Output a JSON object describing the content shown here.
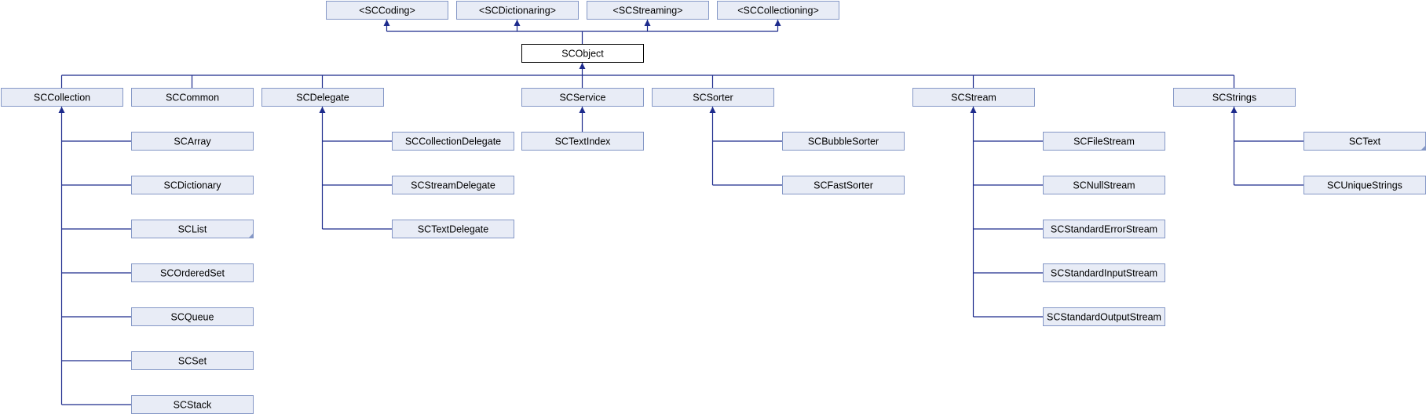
{
  "diagram": {
    "protocols": [
      {
        "id": "sccoding",
        "label": "<SCCoding>"
      },
      {
        "id": "scdictionaring",
        "label": "<SCDictionaring>"
      },
      {
        "id": "scstreaming",
        "label": "<SCStreaming>"
      },
      {
        "id": "sccollectioning",
        "label": "<SCCollectioning>"
      }
    ],
    "root": {
      "id": "scobject",
      "label": "SCObject"
    },
    "classes": [
      {
        "id": "sccollection",
        "label": "SCCollection",
        "children": [
          {
            "id": "scarray",
            "label": "SCArray"
          },
          {
            "id": "scdictionary",
            "label": "SCDictionary"
          },
          {
            "id": "sclist",
            "label": "SCList",
            "has_more": true
          },
          {
            "id": "scorderedset",
            "label": "SCOrderedSet"
          },
          {
            "id": "scqueue",
            "label": "SCQueue"
          },
          {
            "id": "scset",
            "label": "SCSet"
          },
          {
            "id": "scstack",
            "label": "SCStack"
          }
        ]
      },
      {
        "id": "sccommon",
        "label": "SCCommon",
        "children": []
      },
      {
        "id": "scdelegate",
        "label": "SCDelegate",
        "children": [
          {
            "id": "sccollectiondelegate",
            "label": "SCCollectionDelegate"
          },
          {
            "id": "scstreamdelegate",
            "label": "SCStreamDelegate"
          },
          {
            "id": "sctextdelegate",
            "label": "SCTextDelegate"
          }
        ]
      },
      {
        "id": "scservice",
        "label": "SCService",
        "children": [
          {
            "id": "sctextindex",
            "label": "SCTextIndex"
          }
        ]
      },
      {
        "id": "scsorter",
        "label": "SCSorter",
        "children": [
          {
            "id": "scbubblesorter",
            "label": "SCBubbleSorter"
          },
          {
            "id": "scfastsorter",
            "label": "SCFastSorter"
          }
        ]
      },
      {
        "id": "scstream",
        "label": "SCStream",
        "children": [
          {
            "id": "scfilestream",
            "label": "SCFileStream"
          },
          {
            "id": "scnullstream",
            "label": "SCNullStream"
          },
          {
            "id": "scstandarderrorstream",
            "label": "SCStandardErrorStream"
          },
          {
            "id": "scstandardinputstream",
            "label": "SCStandardInputStream"
          },
          {
            "id": "scstandardoutputstream",
            "label": "SCStandardOutputStream"
          }
        ]
      },
      {
        "id": "scstrings",
        "label": "SCStrings",
        "children": [
          {
            "id": "sctext",
            "label": "SCText",
            "has_more": true
          },
          {
            "id": "scuniquestrings",
            "label": "SCUniqueStrings"
          }
        ]
      }
    ],
    "colors": {
      "box_fill": "#e8ecf6",
      "box_border": "#8497c6",
      "current_fill": "#ffffff",
      "current_border": "#000000",
      "edge": "#1c2a8c"
    }
  }
}
